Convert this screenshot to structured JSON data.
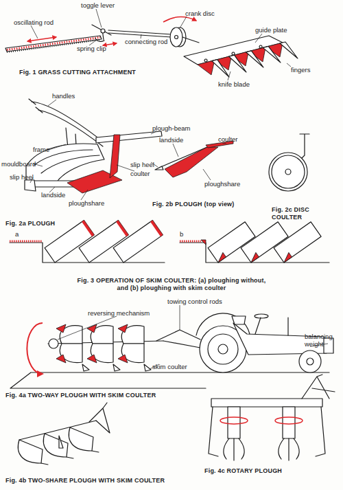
{
  "diagram": {
    "labels": [
      "toggle lever",
      "oscillating rod",
      "spring clip",
      "connecting rod",
      "crank disc",
      "guide plate",
      "knife blade",
      "fingers",
      "Fig. 1 GRASS CUTTING ATTACHMENT",
      "handles",
      "plough-beam",
      "frame",
      "mouldboard",
      "slip heel",
      "landside",
      "coulter",
      "ploughshare",
      "Fig. 2a PLOUGH",
      "landside",
      "coulter",
      "slip heel",
      "ploughshare",
      "Fig. 2b PLOUGH (top view)",
      "Fig. 2c DISC COULTER",
      "a",
      "b",
      "Fig. 3 OPERATION OF SKIM COULTER: (a) ploughing without, and (b) ploughing with skim coulter",
      "towing control rods",
      "reversing mechanism",
      "balancing weight",
      "skim coulter",
      "Fig. 4a TWO-WAY PLOUGH WITH SKIM COULTER",
      "Fig. 4b TWO-SHARE PLOUGH WITH SKIM COULTER",
      "Fig. 4c ROTARY PLOUGH"
    ]
  }
}
